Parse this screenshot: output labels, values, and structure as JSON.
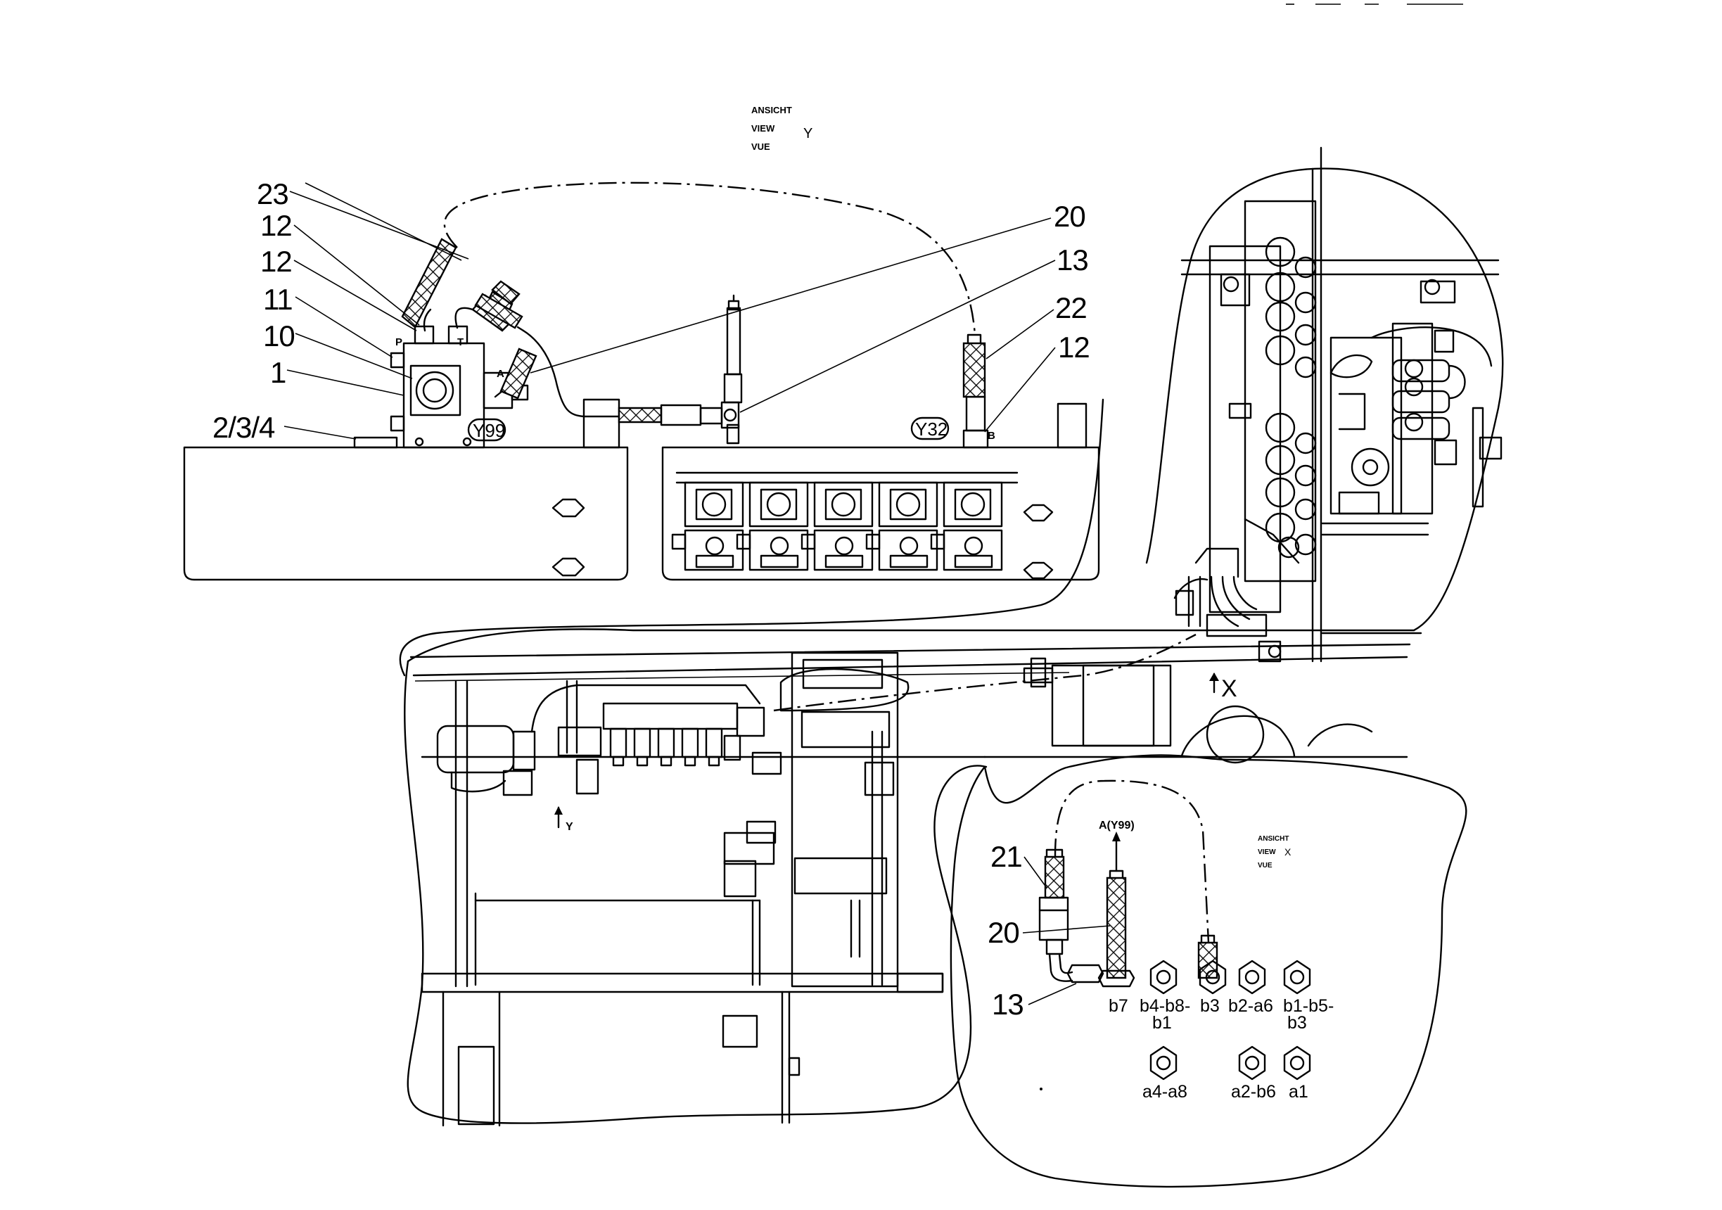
{
  "view_y": {
    "line1": "ANSICHT",
    "line2": "VIEW",
    "line3": "VUE",
    "letter": "Y"
  },
  "view_x": {
    "line1": "ANSICHT",
    "line2": "VIEW",
    "line3": "VUE",
    "letter": "X"
  },
  "callouts_left": [
    "23",
    "12",
    "12",
    "11",
    "10",
    "1",
    "2/3/4"
  ],
  "callouts_right": [
    "20",
    "13",
    "22",
    "12"
  ],
  "ports": {
    "p": "P",
    "t": "T",
    "a": "A",
    "b": "B"
  },
  "tags": {
    "y99": "Y99",
    "y32": "Y32"
  },
  "arrow_x": "X",
  "arrow_y": "Y",
  "detail_x": {
    "callouts": [
      "21",
      "20",
      "13"
    ],
    "hose_label": "A(Y99)",
    "nuts_top": [
      {
        "l1": "b7",
        "l2": ""
      },
      {
        "l1": "b4-b8-",
        "l2": "b1"
      },
      {
        "l1": "b3",
        "l2": ""
      },
      {
        "l1": "b2-a6",
        "l2": ""
      },
      {
        "l1": "b1-b5-",
        "l2": "b3"
      }
    ],
    "nuts_bottom": [
      "a4-a8",
      "a2-b6",
      "a1"
    ]
  }
}
